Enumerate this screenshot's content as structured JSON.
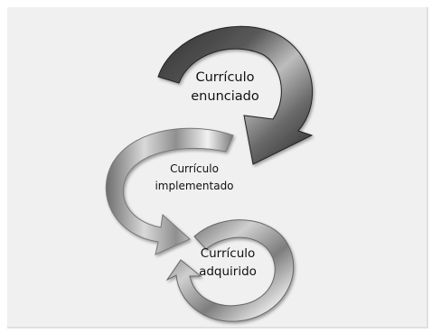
{
  "diagram": {
    "stage_1": {
      "line_1": "Currículo",
      "line_2": "enunciado"
    },
    "stage_2": {
      "line_1": "Currículo",
      "line_2": "implementado"
    },
    "stage_3": {
      "line_1": "Currículo",
      "line_2": "adquirido"
    }
  },
  "colors": {
    "background": "#f0f0f0",
    "arrow_dark": "#3d3d3d",
    "arrow_mid": "#8a8a8a",
    "arrow_light": "#e8e8e8"
  }
}
